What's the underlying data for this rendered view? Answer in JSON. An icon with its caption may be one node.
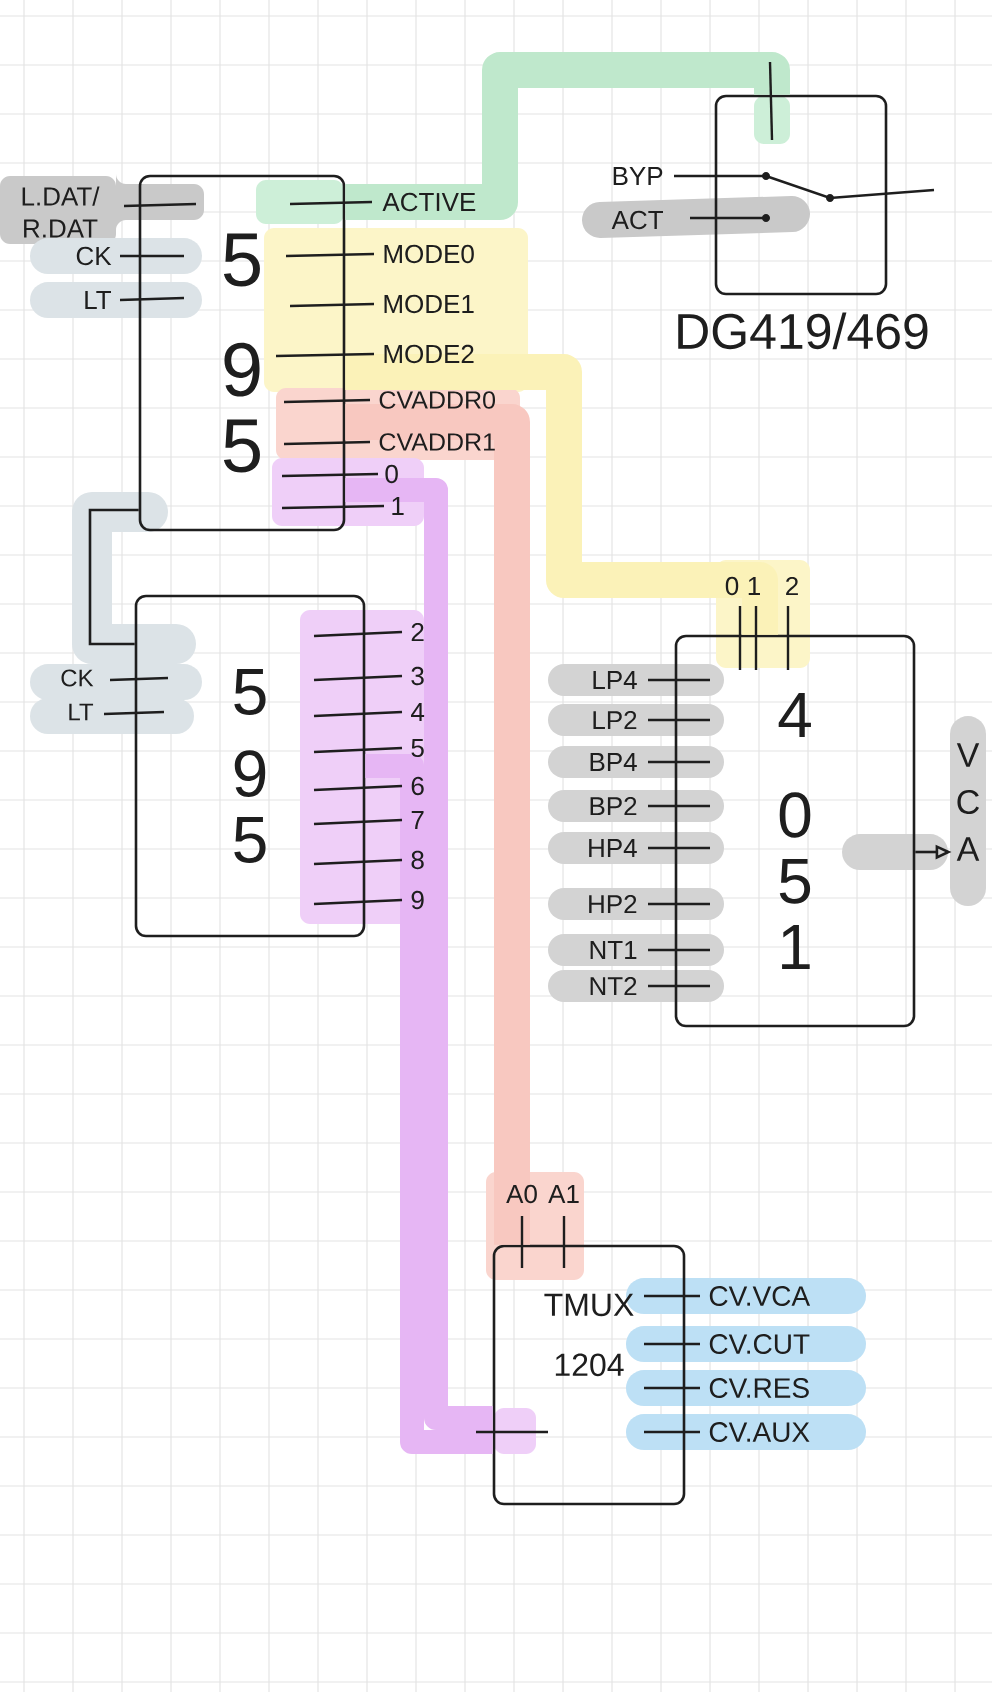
{
  "diagram": {
    "nodes": [
      {
        "text": [
          "5 9 5"
        ]
      },
      {
        "text": [
          "5 9 5"
        ]
      },
      {
        "text": [
          "DG419/469"
        ]
      },
      {
        "text": [
          "4 0 5 1"
        ]
      },
      {
        "text": [
          "TMUX 1204"
        ]
      },
      {
        "text": [
          "V C A"
        ]
      }
    ],
    "edges": [
      {
        "from": 0,
        "to": 2,
        "arrow": "none",
        "color": "#bfe8cc"
      },
      {
        "from": 0,
        "to": 3,
        "arrow": "none",
        "color": "#fbf2b8"
      },
      {
        "from": 0,
        "to": 4,
        "arrow": "none",
        "color": "#f8c8c0"
      },
      {
        "from": 0,
        "to": 4,
        "arrow": "none",
        "color": "#e6b6f4"
      },
      {
        "from": 1,
        "to": 4,
        "arrow": "none",
        "color": "#e6b6f4"
      },
      {
        "from": 0,
        "to": 1,
        "arrow": "none",
        "color": "#1e1e1e"
      },
      {
        "from": 3,
        "to": 5,
        "arrow": "to",
        "color": "#1e1e1e"
      }
    ],
    "labels": [
      "L.DAT/ R.DAT",
      "CK",
      "LT",
      "ACTIVE",
      "MODE0",
      "MODE1",
      "MODE2",
      "CVADDR0",
      "CVADDR1",
      "0",
      "1",
      "BYP",
      "ACT",
      "CK",
      "LT",
      "2",
      "3",
      "4",
      "5",
      "6",
      "7",
      "8",
      "9",
      "0",
      "1",
      "2",
      "LP4",
      "LP2",
      "BP4",
      "BP2",
      "HP4",
      "HP2",
      "NT1",
      "NT2",
      "A0",
      "A1",
      "CV.VCA",
      "CV.CUT",
      "CV.RES",
      "CV.AUX"
    ]
  }
}
